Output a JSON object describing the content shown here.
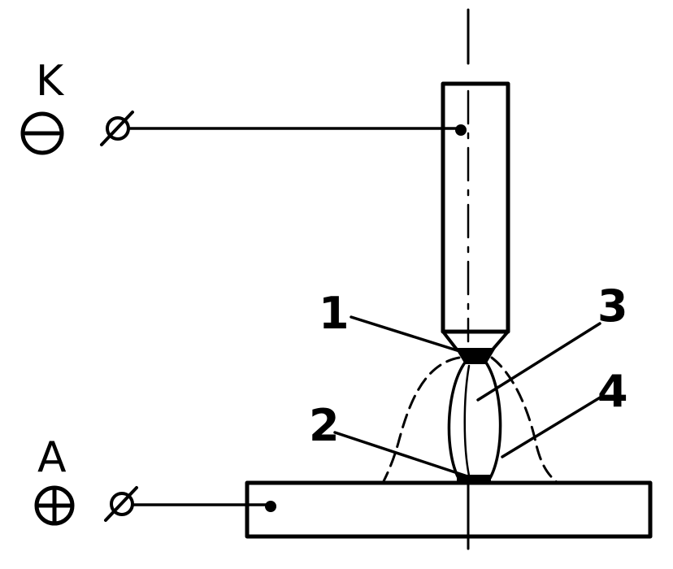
{
  "terminals": {
    "cathode": {
      "letter": "K",
      "sign": "minus"
    },
    "anode": {
      "letter": "A",
      "sign": "plus"
    }
  },
  "callouts": {
    "c1": "1",
    "c2": "2",
    "c3": "3",
    "c4": "4"
  },
  "icons": {
    "terminal_symbol": "diameter-slash-circle",
    "minus_symbol": "circle-minus-icon",
    "plus_symbol": "circle-plus-icon"
  },
  "colors": {
    "ink": "#000000",
    "background": "#ffffff"
  }
}
